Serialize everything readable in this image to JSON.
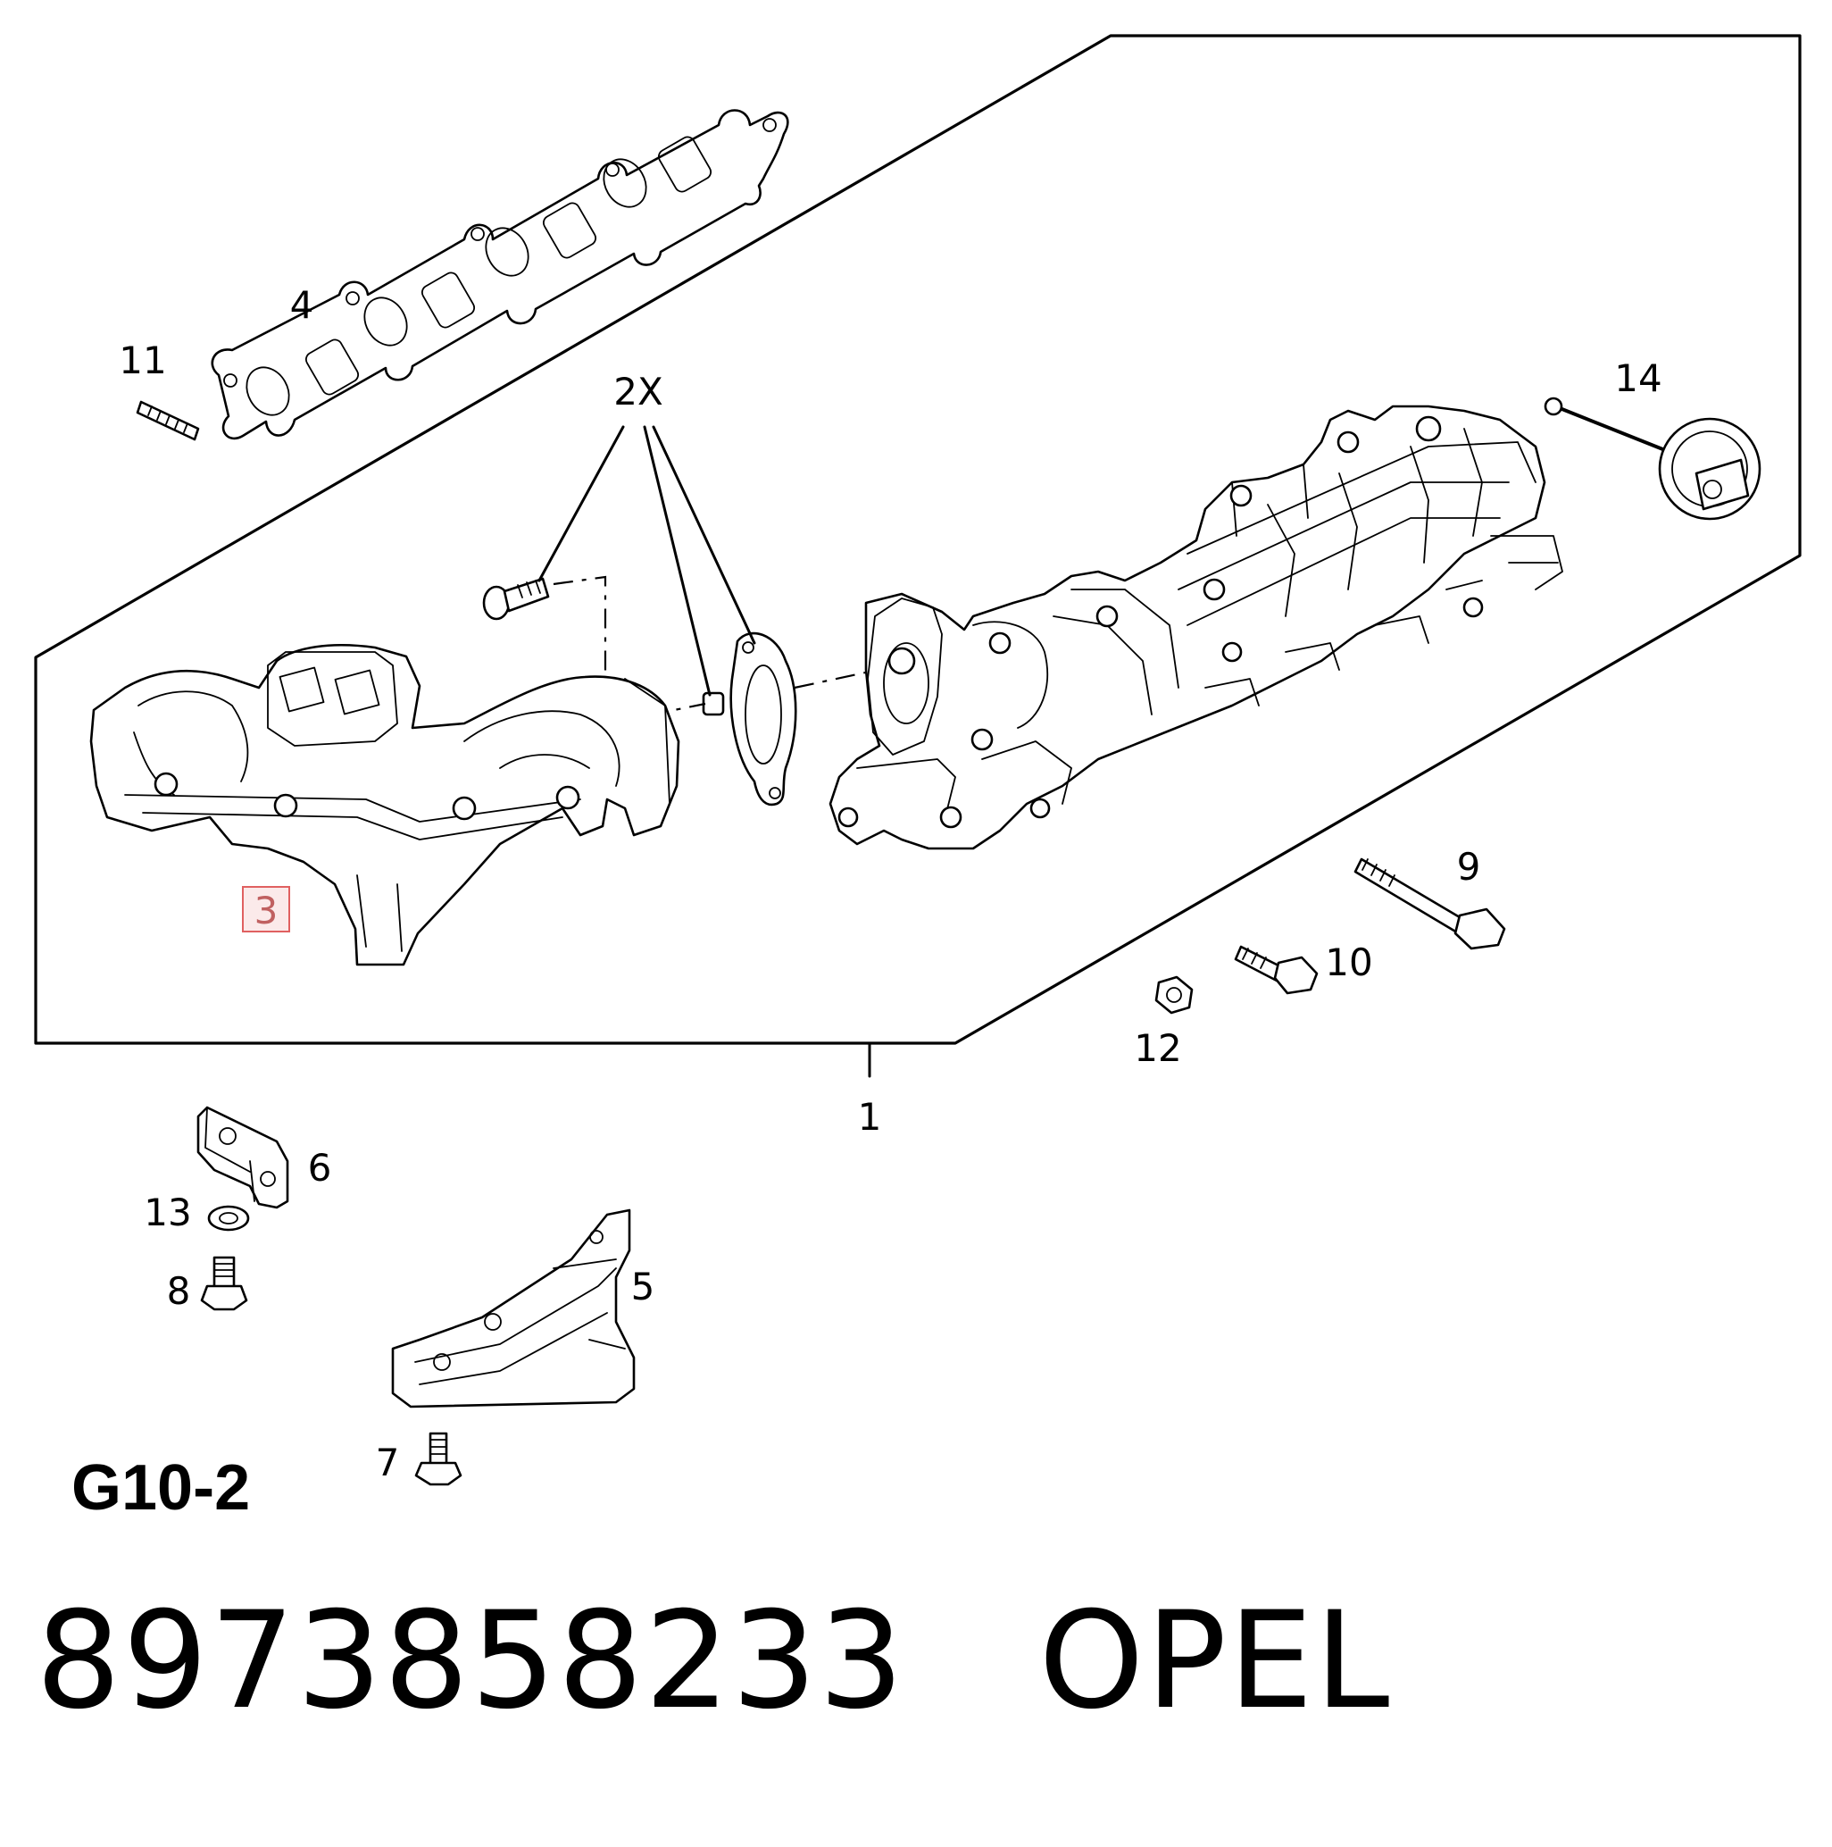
{
  "diagram_code": "G10-2",
  "callouts": {
    "c1": "1",
    "c2x": "2X",
    "c3": "3",
    "c4": "4",
    "c5": "5",
    "c6": "6",
    "c7": "7",
    "c8": "8",
    "c9": "9",
    "c10": "10",
    "c11": "11",
    "c12": "12",
    "c13": "13",
    "c14": "14"
  },
  "highlighted_callout": "3",
  "footer": {
    "part_number": "8973858233",
    "brand": "OPEL"
  },
  "colors": {
    "line": "#000000",
    "highlight_fill": "#fbeaea",
    "highlight_stroke": "#e06060"
  }
}
